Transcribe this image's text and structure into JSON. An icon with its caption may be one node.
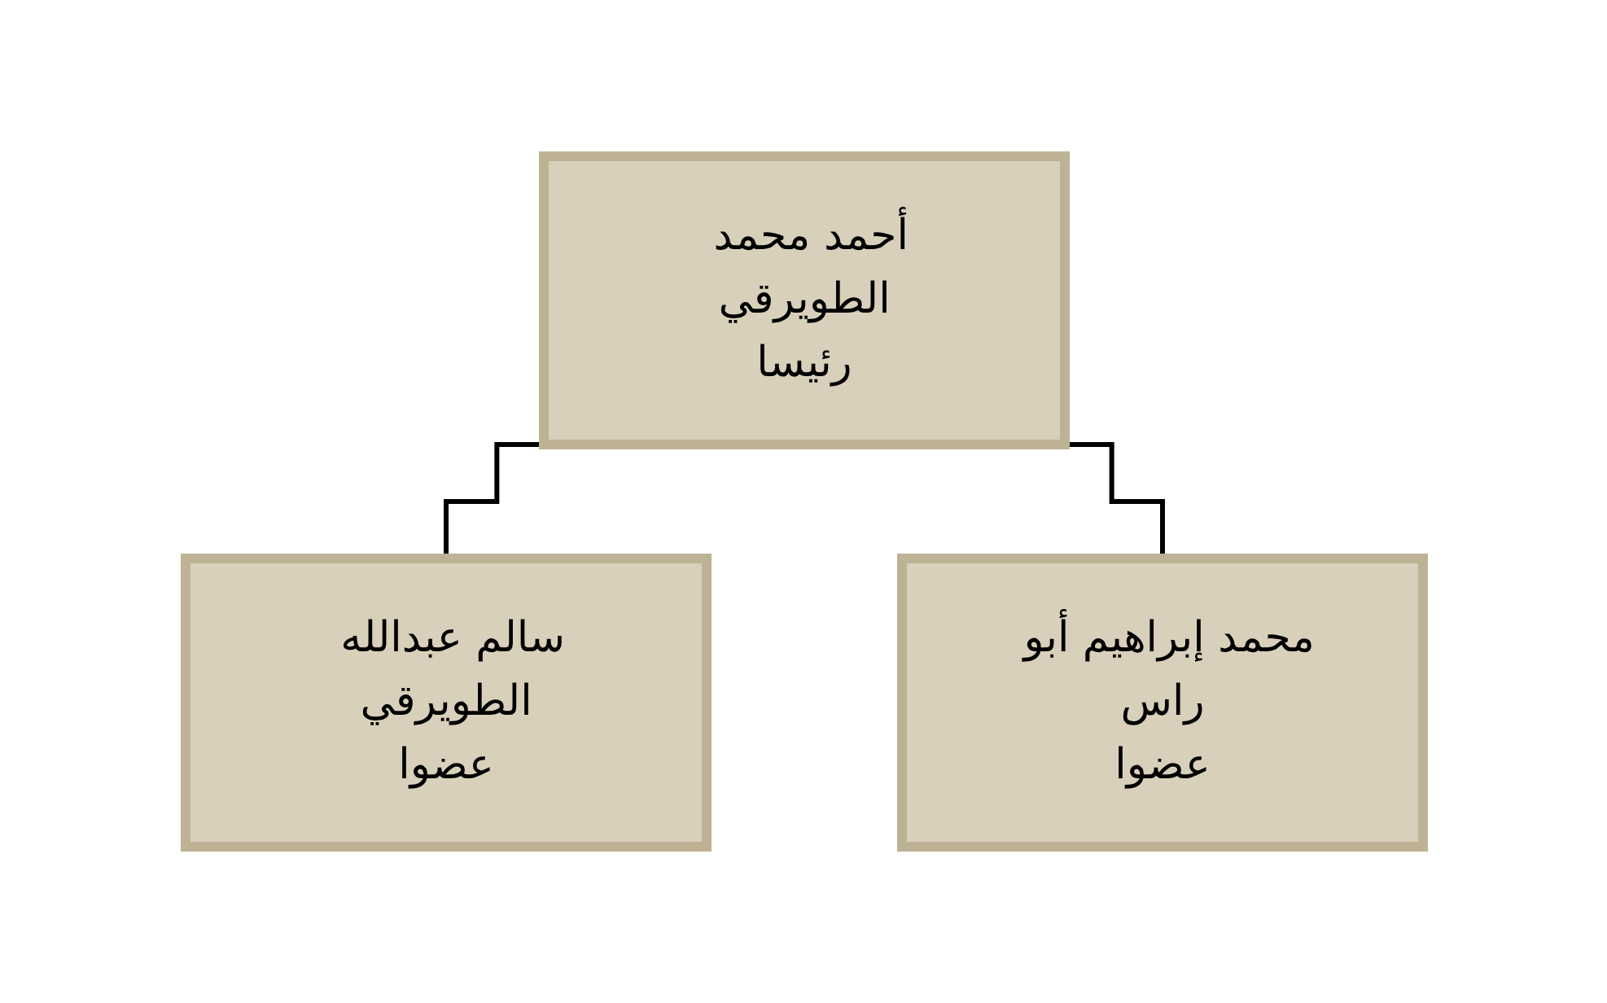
{
  "diagram": {
    "nodes": [
      {
        "text": [
          "أحمد محمد الطويرقي",
          "رئيسا"
        ]
      },
      {
        "text": [
          "سالم عبدالله الطويرقي",
          "عضوا"
        ]
      },
      {
        "text": [
          "محمد إبراهيم أبو راس",
          "عضوا"
        ]
      }
    ],
    "edges": [
      {
        "from": 0,
        "to": 1,
        "arrow": "none"
      },
      {
        "from": 0,
        "to": 2,
        "arrow": "none"
      }
    ]
  }
}
